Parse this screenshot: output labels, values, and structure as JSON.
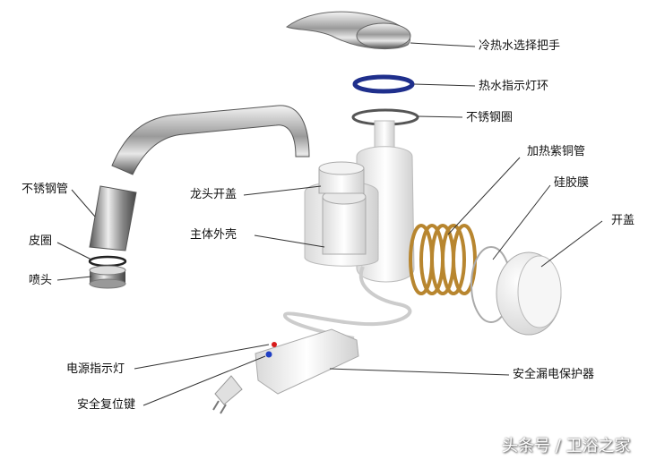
{
  "labels": {
    "handle": "冷热水选择把手",
    "indicator_ring": "热水指示灯环",
    "steel_ring": "不锈钢圈",
    "copper_tube": "加热紫铜管",
    "silicone": "硅胶膜",
    "cover": "开盖",
    "spout_cover": "龙头开盖",
    "main_body": "主体外壳",
    "steel_pipe": "不锈钢管",
    "gasket": "皮圈",
    "nozzle": "喷头",
    "power_light": "电源指示灯",
    "reset_key": "安全复位键",
    "leak_protector": "安全漏电保护器"
  },
  "watermark": "头条号 / 卫浴之家",
  "colors": {
    "line": "#333333",
    "ring_blue": "#1f2f8c",
    "copper": "#b8862f",
    "indicator_red": "#d81b1b",
    "indicator_blue": "#1f3fc4"
  }
}
